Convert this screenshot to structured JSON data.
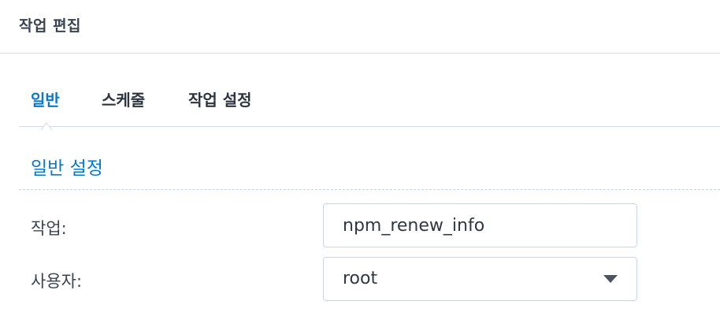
{
  "window": {
    "title": "작업 편집"
  },
  "tabs": [
    {
      "label": "일반",
      "active": true
    },
    {
      "label": "스케줄",
      "active": false
    },
    {
      "label": "작업 설정",
      "active": false
    }
  ],
  "section": {
    "title": "일반 설정"
  },
  "form": {
    "task": {
      "label": "작업:",
      "value": "npm_renew_info"
    },
    "user": {
      "label": "사용자:",
      "selected": "root"
    }
  },
  "icons": {
    "select_arrow": "chevron-down-icon"
  },
  "colors": {
    "accent": "#0a78c8",
    "text": "#3a4450",
    "border": "#c9d6e2"
  }
}
